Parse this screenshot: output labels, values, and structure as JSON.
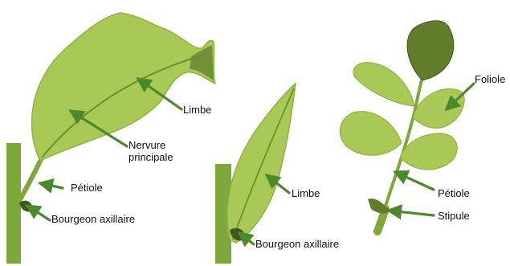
{
  "colors": {
    "leaf_light": "#a9c957",
    "leaf_mid": "#8fb240",
    "leaf_dark": "#5f7d2b",
    "leaf_deep": "#3f5a1c",
    "stem": "#7ea83a",
    "arrow": "#4a8a2c",
    "text": "#111111"
  },
  "labels": {
    "limbe_1": "Limbe",
    "nervure_line1": "Nervure",
    "nervure_line2": "principale",
    "petiole_1": "Pétiole",
    "bourgeon_1": "Bourgeon axillaire",
    "limbe_2": "Limbe",
    "bourgeon_2": "Bourgeon axillaire",
    "foliole": "Foliole",
    "petiole_3": "Pétiole",
    "stipule": "Stipule"
  }
}
